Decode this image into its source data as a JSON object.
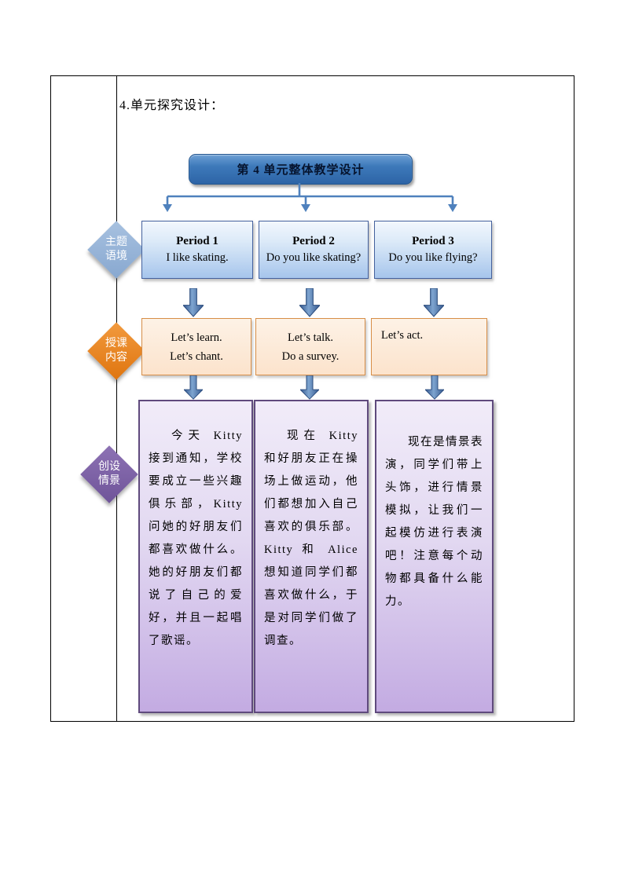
{
  "doc": {
    "heading": "4.单元探究设计：",
    "banner_label": "第 4 单元整体教学设计"
  },
  "stages": [
    {
      "name": "theme-context",
      "line1": "主题",
      "line2": "语境"
    },
    {
      "name": "teaching-content",
      "line1": "授课",
      "line2": "内容"
    },
    {
      "name": "scenario-creation",
      "line1": "创设",
      "line2": "情景"
    }
  ],
  "columns": [
    {
      "period": {
        "title": "Period 1",
        "subtitle": "I like skating."
      },
      "content": {
        "lines": [
          "Let’s learn.",
          "Let’s chant."
        ]
      },
      "scenario": "今天 Kitty 接到通知，学校要成立一些兴趣俱乐部，Kitty 问她的好朋友们都喜欢做什么。她的好朋友们都说了自己的爱好，并且一起唱了歌谣。"
    },
    {
      "period": {
        "title": "Period 2",
        "subtitle": "Do you like skating?"
      },
      "content": {
        "lines": [
          "Let’s talk.",
          "Do a survey."
        ]
      },
      "scenario": "现在 Kitty 和好朋友正在操场上做运动，他们都想加入自己喜欢的俱乐部。Kitty 和 Alice 想知道同学们都喜欢做什么，于是对同学们做了调查。"
    },
    {
      "period": {
        "title": "Period 3",
        "subtitle": "Do you like flying?"
      },
      "content": {
        "lines": [
          "Let’s act."
        ]
      },
      "scenario": "现在是情景表演，同学们带上头饰，进行情景模拟，让我们一起模仿进行表演吧！注意每个动物都具备什么能力。"
    }
  ],
  "colors": {
    "banner_blue": "#3a76b5",
    "connector_blue": "#4f81bd",
    "block_arrow_blue": "#3f6aa0",
    "period_border": "#44619d",
    "period_fill_bottom": "#a6c5ec",
    "content_border": "#d78e47",
    "content_fill": "#fce3cc",
    "scenario_border": "#5f4a7d",
    "scenario_fill_bottom": "#c3abe2",
    "diamond_theme": "#95b3d7",
    "diamond_teaching": "#e8821e",
    "diamond_scenario": "#7d5fa5"
  }
}
